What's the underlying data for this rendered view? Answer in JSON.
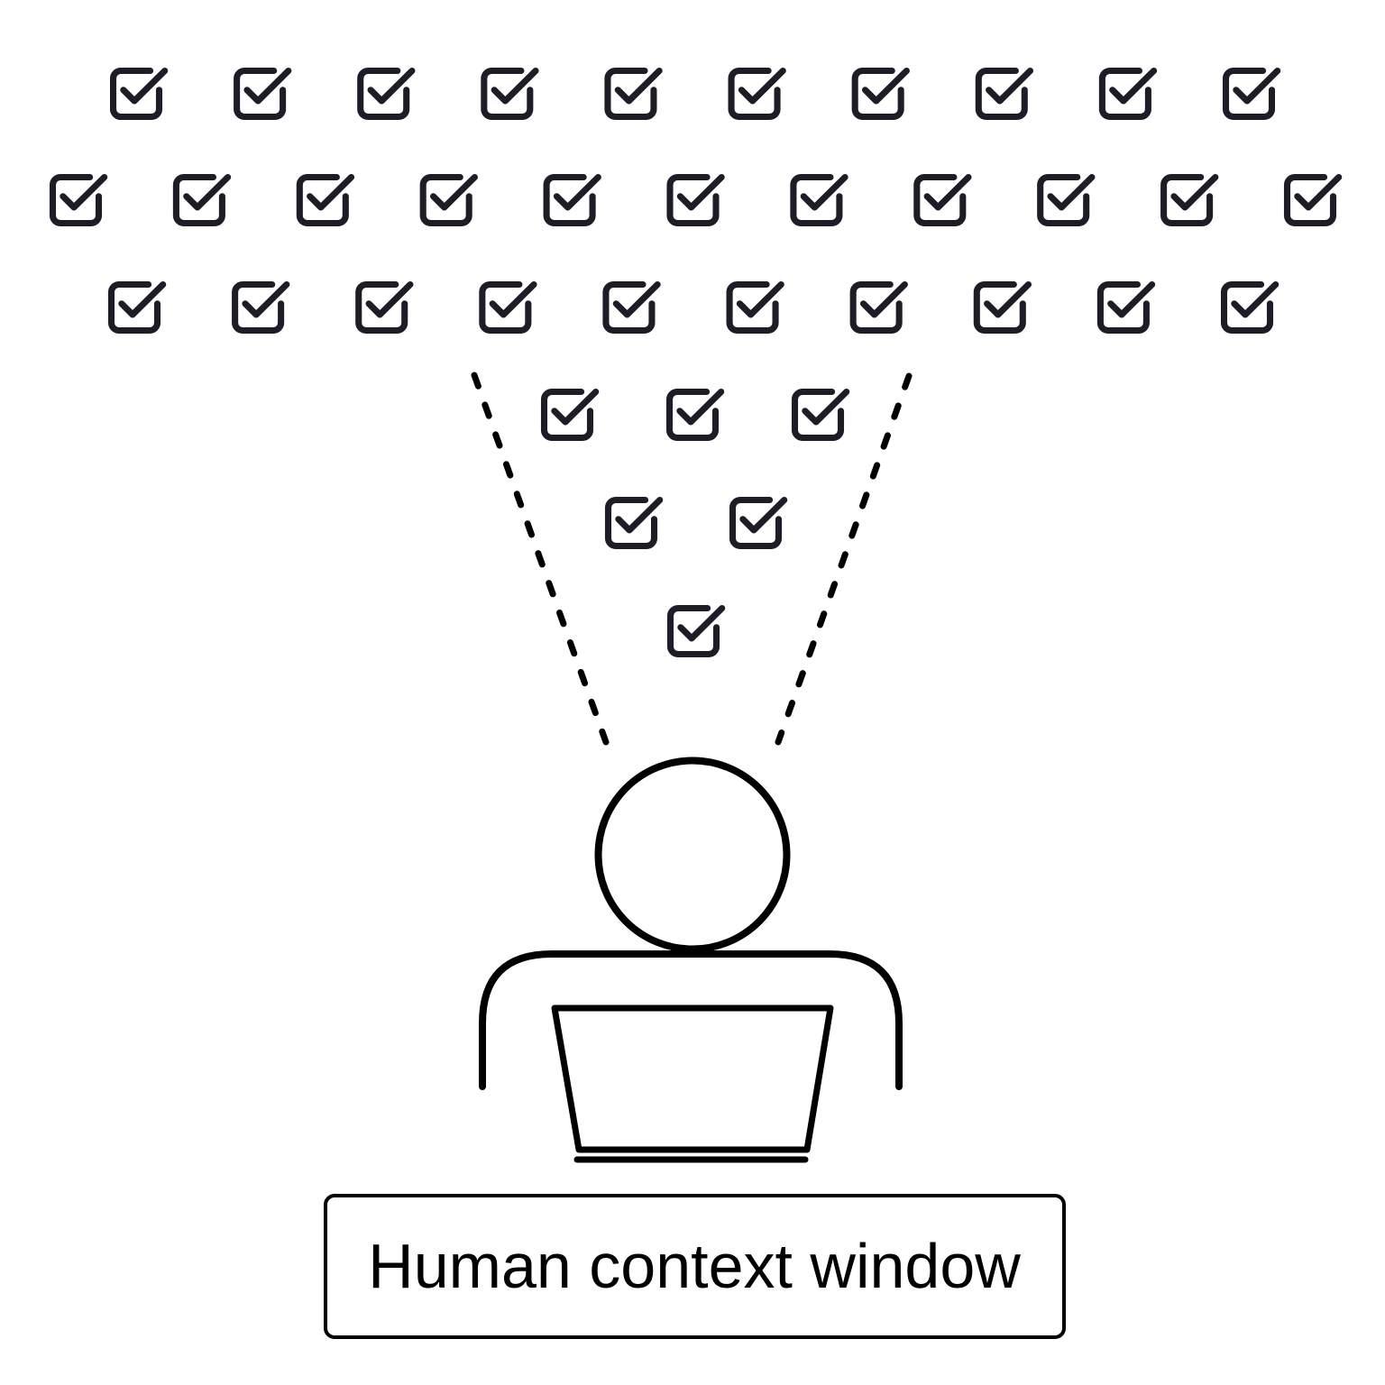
{
  "diagram": {
    "label": {
      "text": "Human context window"
    },
    "icon_name": "checkbox-checked-icon",
    "colors": {
      "icon": "#1d1d27",
      "figure": "#000000",
      "background": "#ffffff"
    },
    "checkbox_rows": [
      {
        "name": "top-row-1",
        "count": 10
      },
      {
        "name": "top-row-2",
        "count": 11
      },
      {
        "name": "top-row-3",
        "count": 10
      },
      {
        "name": "funnel-row-1",
        "count": 3
      },
      {
        "name": "funnel-row-2",
        "count": 2
      },
      {
        "name": "funnel-row-3",
        "count": 1
      }
    ],
    "total_checkboxes": 37
  }
}
